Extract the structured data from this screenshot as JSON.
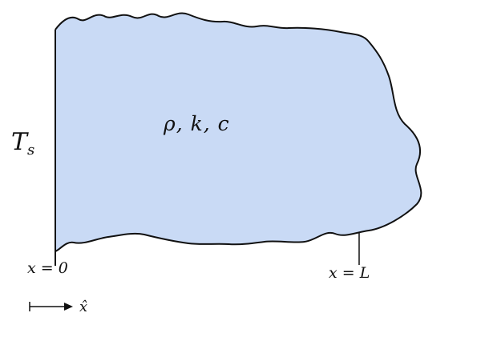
{
  "labels": {
    "surface_temperature": "T",
    "surface_temperature_sub": "s",
    "properties": "ρ, k, c",
    "left_boundary": "x = 0",
    "right_boundary": "x = L",
    "axis_direction": "x̂"
  },
  "colors": {
    "region_fill": "#c9daf5",
    "stroke": "#111111",
    "background": "#ffffff"
  }
}
